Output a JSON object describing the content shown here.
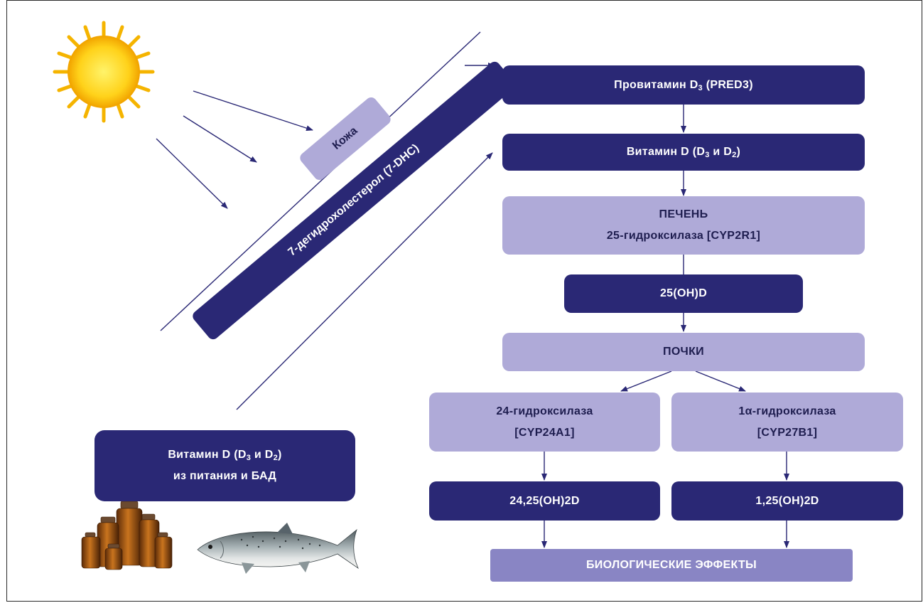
{
  "colors": {
    "dark": "#2a2875",
    "light": "#afaad8",
    "mid": "#8985c4",
    "arrow": "#2a2875",
    "sun": "#ffd21a"
  },
  "icons": {
    "sun": "sun-icon",
    "bottles": "supplement-bottles-icon",
    "fish": "salmon-fish-icon"
  },
  "skin": {
    "label": "Кожа"
  },
  "seven_dhc": {
    "label": "7-дегидрохолестерол (7-DHC)"
  },
  "provitamin": {
    "prefix": "Провитамин D",
    "sub": "3",
    "suffix": " (PRED3)"
  },
  "vitamin_d_top": {
    "prefix": "Витамин D (D",
    "sub1": "3",
    "mid": " и D",
    "sub2": "2",
    "suffix": ")"
  },
  "liver": {
    "title": "ПЕЧЕНЬ",
    "enzyme": "25-гидроксилаза [CYP2R1]"
  },
  "oh_d": {
    "label": "25(OH)D"
  },
  "kidneys": {
    "label": "ПОЧКИ"
  },
  "hydroxylase_24": {
    "name": "24-гидроксилаза",
    "code": "[CYP24A1]"
  },
  "hydroxylase_1a": {
    "name": "1α-гидроксилаза",
    "code": "[CYP27B1]"
  },
  "metabolite_24": {
    "label": "24,25(OH)2D"
  },
  "metabolite_1": {
    "label": "1,25(OH)2D"
  },
  "effects": {
    "label": "БИОЛОГИЧЕСКИЕ ЭФФЕКТЫ"
  },
  "dietary": {
    "prefix": "Витамин D (D",
    "sub1": "3",
    "mid": " и D",
    "sub2": "2",
    "suffix": ")",
    "line2": "из питания и БАД"
  }
}
